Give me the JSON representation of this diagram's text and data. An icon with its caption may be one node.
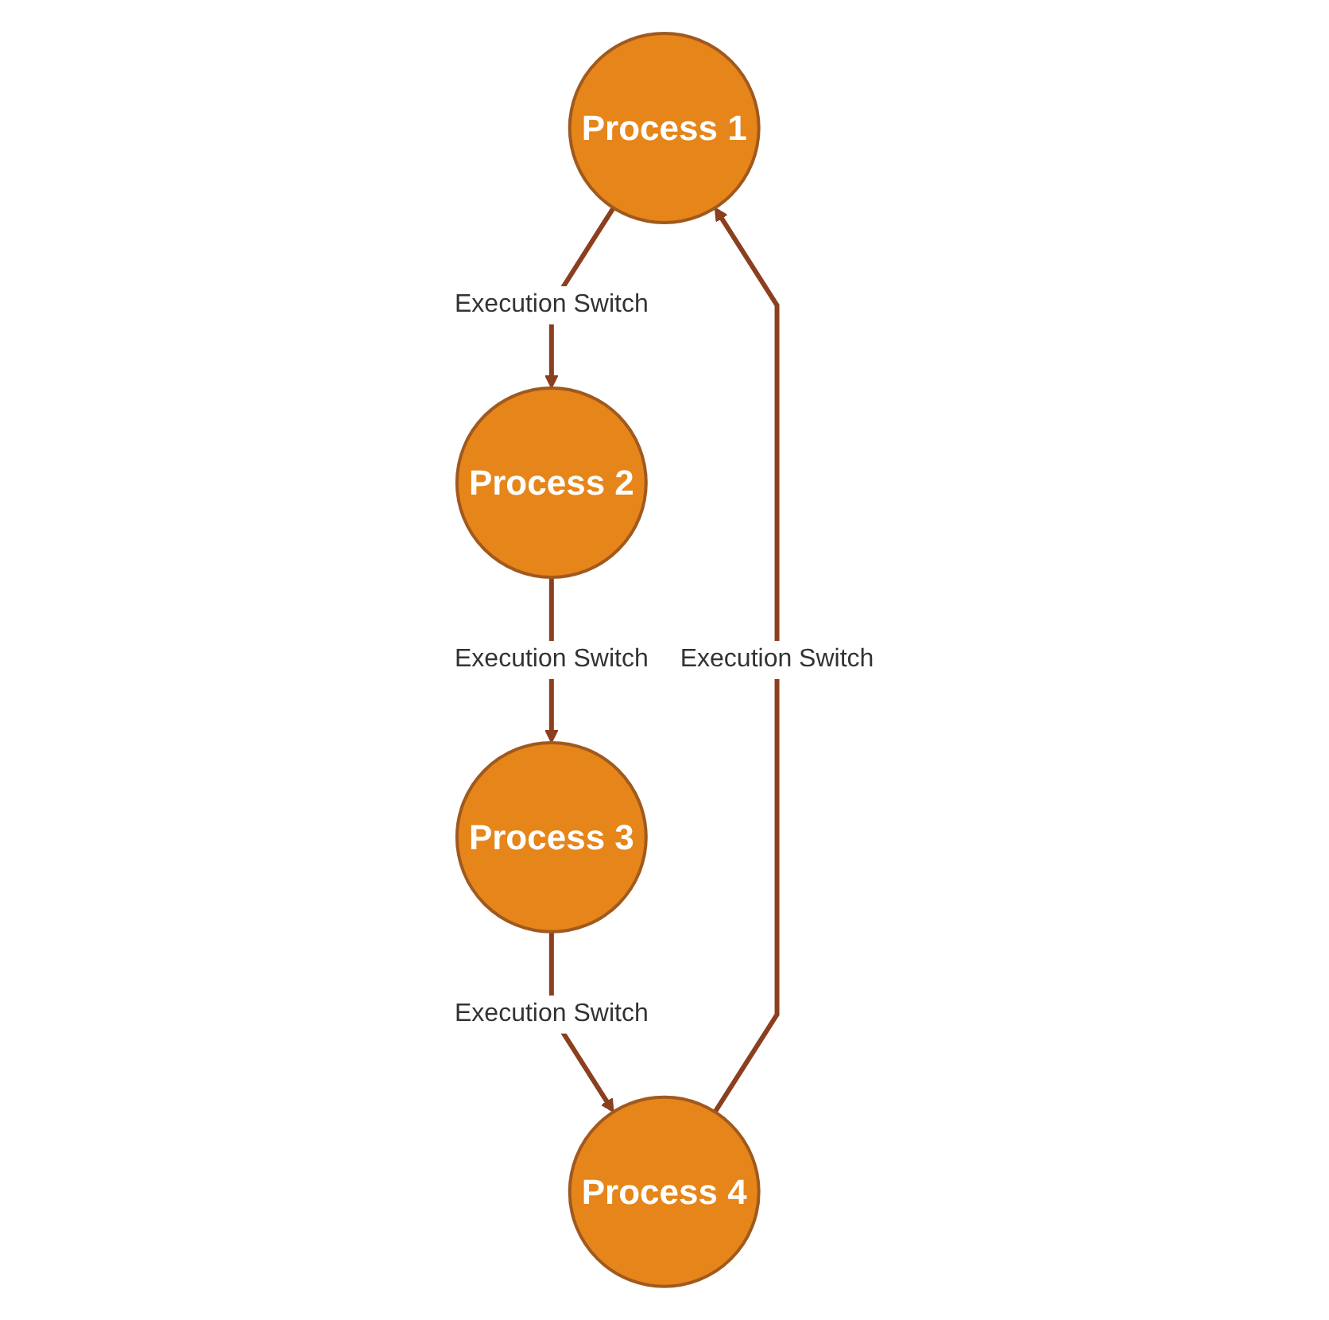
{
  "diagram": {
    "nodes": [
      {
        "text": [
          "Process 1"
        ]
      },
      {
        "text": [
          "Process 2"
        ]
      },
      {
        "text": [
          "Process 3"
        ]
      },
      {
        "text": [
          "Process 4"
        ]
      }
    ],
    "edges": [
      {
        "from": 0,
        "to": 1,
        "arrow": "to",
        "label": "Execution Switch"
      },
      {
        "from": 1,
        "to": 2,
        "arrow": "to",
        "label": "Execution Switch"
      },
      {
        "from": 2,
        "to": 3,
        "arrow": "to",
        "label": "Execution Switch"
      },
      {
        "from": 3,
        "to": 0,
        "arrow": "to",
        "label": "Execution Switch"
      }
    ]
  }
}
